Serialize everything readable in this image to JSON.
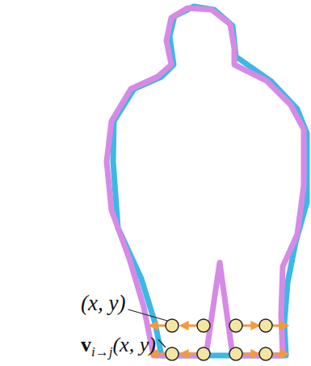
{
  "diagram": {
    "labels": [
      "(x, y)",
      "v",
      "i→j",
      "(x, y)"
    ]
  }
}
